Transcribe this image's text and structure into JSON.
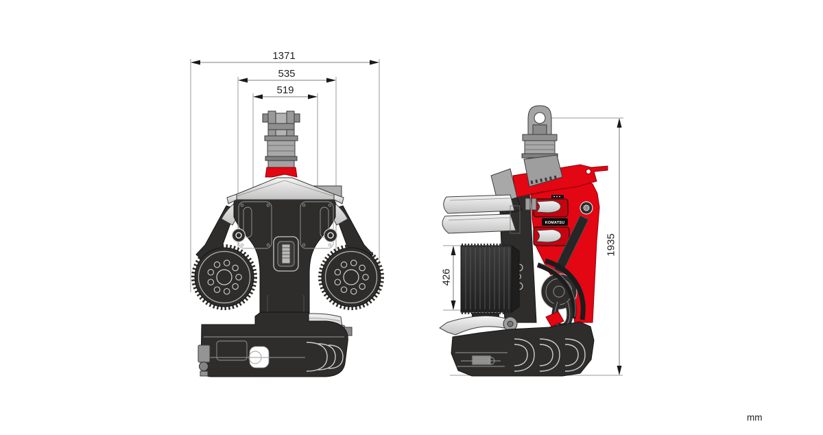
{
  "unit": {
    "label": "mm"
  },
  "front_view": {
    "dims": {
      "overall_width": "1371",
      "mid_width": "535",
      "inner_width": "519"
    }
  },
  "side_view": {
    "dims": {
      "feed_roller_height": "426",
      "overall_height": "1935"
    },
    "brand_label": "KOMATSU"
  },
  "colors": {
    "accent_red": "#e30613",
    "body_dark": "#2e2d2c",
    "cover_light": "#d9d9d9",
    "dimension_line": "#7d7d7d",
    "extension_line": "#9a9a9a",
    "arrow": "#1a1a1a",
    "background": "#ffffff"
  }
}
